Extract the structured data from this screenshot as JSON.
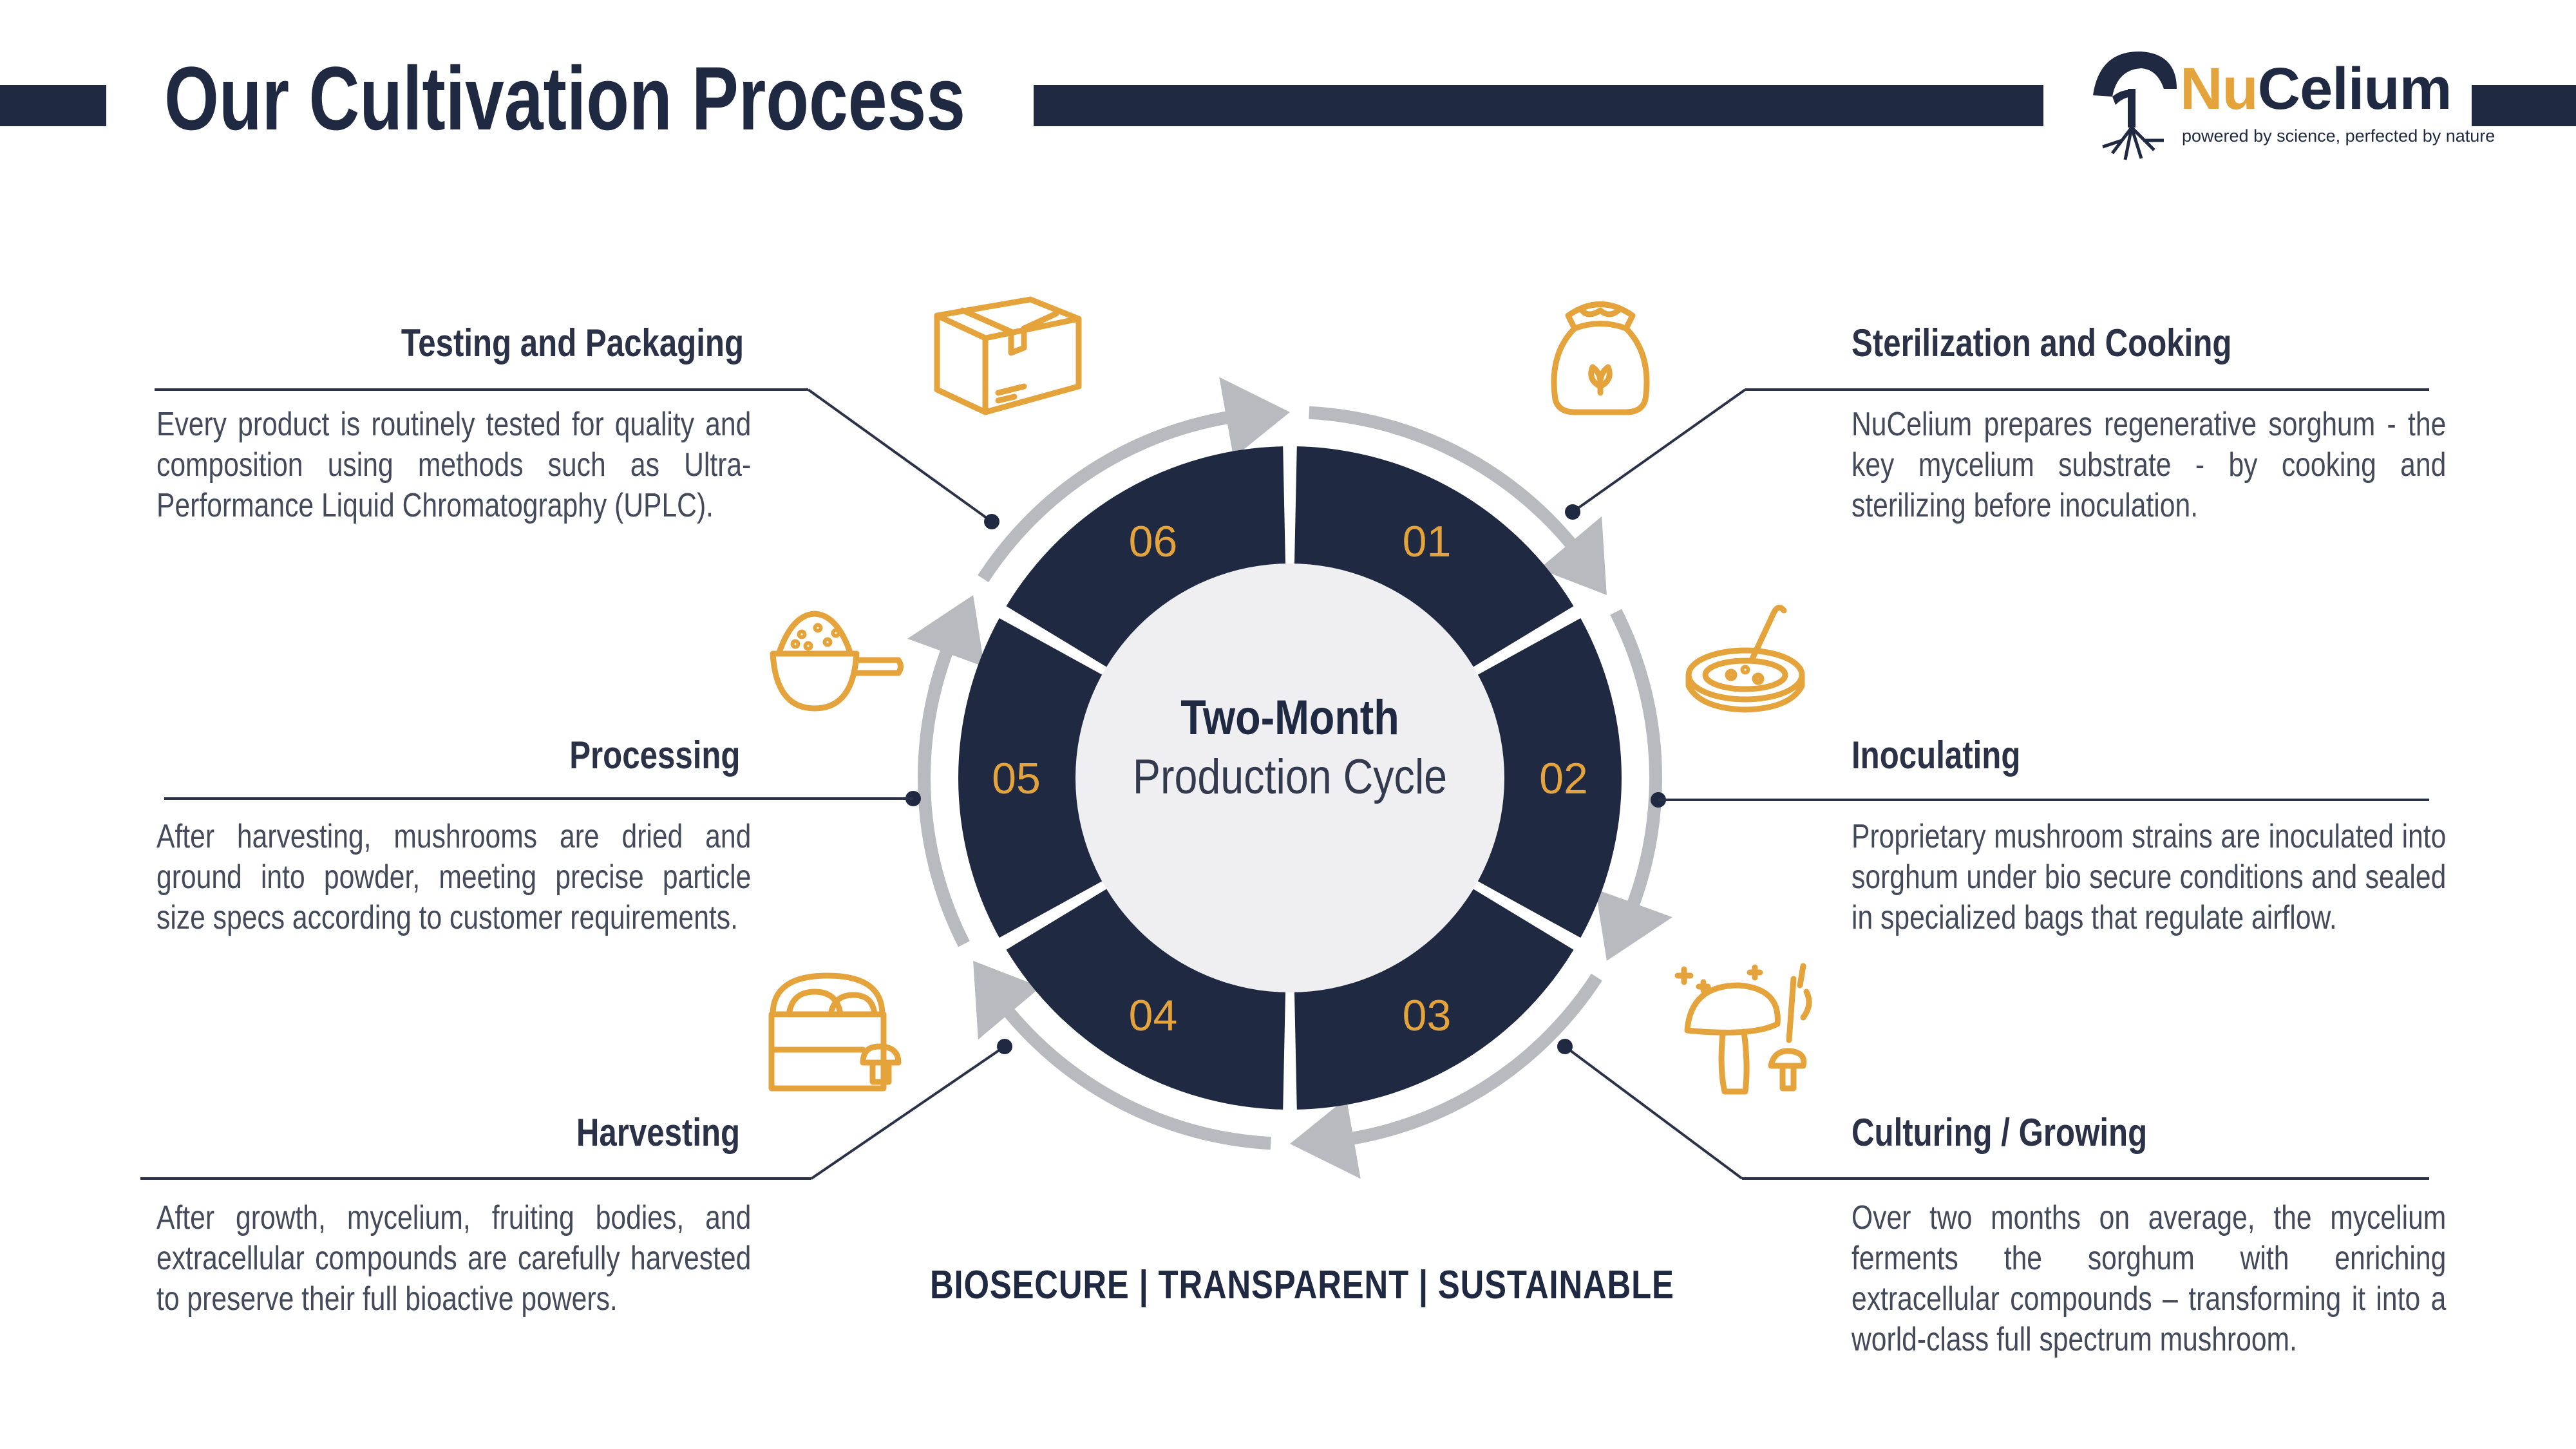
{
  "header": {
    "title": "Our Cultivation Process"
  },
  "logo": {
    "prefix": "Nu",
    "suffix": "Celium",
    "tagline": "powered by science, perfected by nature"
  },
  "center": {
    "line1": "Two-Month",
    "line2": "Production Cycle"
  },
  "segments": [
    "01",
    "02",
    "03",
    "04",
    "05",
    "06"
  ],
  "steps": {
    "testing": {
      "title": "Testing and Packaging",
      "text": "Every product is routinely tested for quality and composition using methods such as Ultra-Performance Liquid Chromatography (UPLC)."
    },
    "processing": {
      "title": "Processing",
      "text": "After harvesting, mushrooms are dried and ground into powder, meeting precise particle size specs according to customer requirements."
    },
    "harvesting": {
      "title": "Harvesting",
      "text": "After growth, mycelium, fruiting bodies, and extracellular compounds are carefully harvested to preserve their full bioactive powers."
    },
    "sterilization": {
      "title": "Sterilization and Cooking",
      "text": "NuCelium prepares regenerative sorghum - the key mycelium substrate - by cooking and sterilizing before inoculation."
    },
    "inoculating": {
      "title": "Inoculating",
      "text": "Proprietary mushroom strains are inoculated into sorghum under bio secure conditions and sealed in specialized bags that regulate airflow."
    },
    "culturing": {
      "title": "Culturing / Growing",
      "text": "Over two months on average, the mycelium ferments the sorghum with enriching extracellular compounds – transforming it into a world-class full spectrum mushroom."
    }
  },
  "tagline": "BIOSECURE | TRANSPARENT | SUSTAINABLE",
  "colors": {
    "navy": "#1f2942",
    "gold": "#e5a33c",
    "gray_ring": "#b8babf",
    "center_fill": "#efeff1"
  },
  "icons": [
    "box-icon",
    "sack-icon",
    "petri-dish-icon",
    "powder-scoop-icon",
    "mushroom-basket-icon",
    "mushrooms-icon"
  ]
}
